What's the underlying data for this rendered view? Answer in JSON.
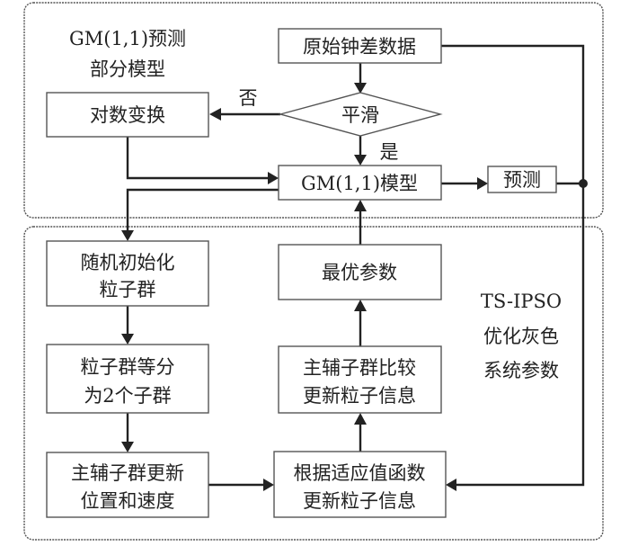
{
  "panels": {
    "top": {
      "title_lines": [
        "GM(1,1)预测",
        "部分模型"
      ]
    },
    "bottom": {
      "title_lines": [
        "TS-IPSO",
        "优化灰色",
        "系统参数"
      ]
    }
  },
  "nodes": {
    "raw_data": {
      "lines": [
        "原始钟差数据"
      ]
    },
    "smooth": {
      "lines": [
        "平滑"
      ]
    },
    "log_transform": {
      "lines": [
        "对数变换"
      ]
    },
    "gm_model": {
      "lines": [
        "GM(1,1)模型"
      ]
    },
    "predict": {
      "lines": [
        "预测"
      ]
    },
    "init_swarm": {
      "lines": [
        "随机初始化",
        "粒子群"
      ]
    },
    "split_swarm": {
      "lines": [
        "粒子群等分",
        "为2个子群"
      ]
    },
    "update_pos": {
      "lines": [
        "主辅子群更新",
        "位置和速度"
      ]
    },
    "fitness_update": {
      "lines": [
        "根据适应值函数",
        "更新粒子信息"
      ]
    },
    "compare_update": {
      "lines": [
        "主辅子群比较",
        "更新粒子信息"
      ]
    },
    "best_params": {
      "lines": [
        "最优参数"
      ]
    }
  },
  "edge_labels": {
    "no": "否",
    "yes": "是"
  }
}
